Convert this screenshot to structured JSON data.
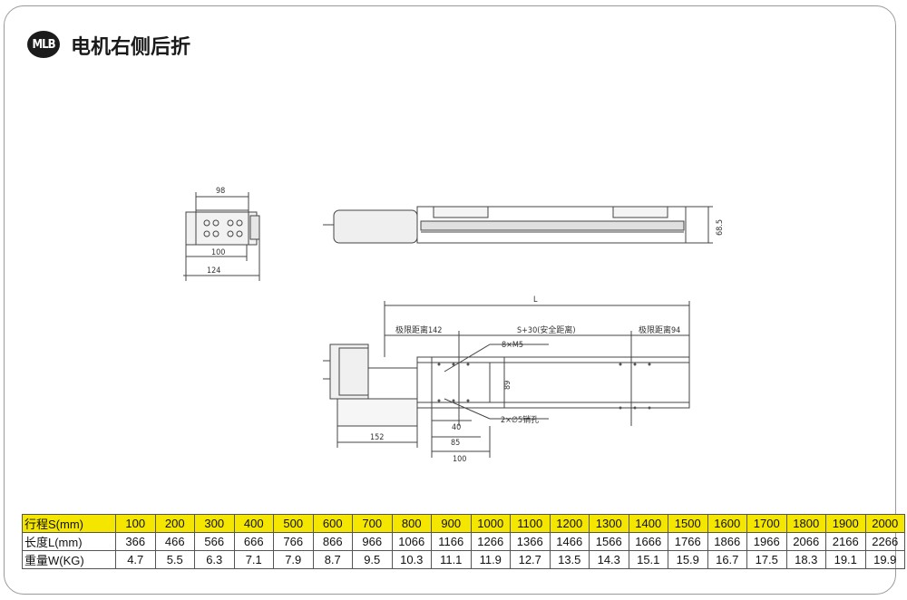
{
  "header": {
    "logo_text": "MLB",
    "title": "电机右侧后折"
  },
  "drawing": {
    "end_view_dims": [
      "98",
      "100",
      "124"
    ],
    "side_view_dims": [
      "68.5"
    ],
    "top_view_dims": [
      "L",
      "极限距离142",
      "S+30(安全距离)",
      "极限距离94",
      "8×M5",
      "89",
      "2×∅5销孔",
      "40",
      "85",
      "100",
      "152"
    ]
  },
  "spec_table": {
    "rows": [
      {
        "label": "行程S(mm)",
        "values": [
          "100",
          "200",
          "300",
          "400",
          "500",
          "600",
          "700",
          "800",
          "900",
          "1000",
          "1100",
          "1200",
          "1300",
          "1400",
          "1500",
          "1600",
          "1700",
          "1800",
          "1900",
          "2000"
        ]
      },
      {
        "label": "长度L(mm)",
        "values": [
          "366",
          "466",
          "566",
          "666",
          "766",
          "866",
          "966",
          "1066",
          "1166",
          "1266",
          "1366",
          "1466",
          "1566",
          "1666",
          "1766",
          "1866",
          "1966",
          "2066",
          "2166",
          "2266"
        ]
      },
      {
        "label": "重量W(KG)",
        "values": [
          "4.7",
          "5.5",
          "6.3",
          "7.1",
          "7.9",
          "8.7",
          "9.5",
          "10.3",
          "11.1",
          "11.9",
          "12.7",
          "13.5",
          "14.3",
          "15.1",
          "15.9",
          "16.7",
          "17.5",
          "18.3",
          "19.1",
          "19.9"
        ]
      }
    ]
  }
}
